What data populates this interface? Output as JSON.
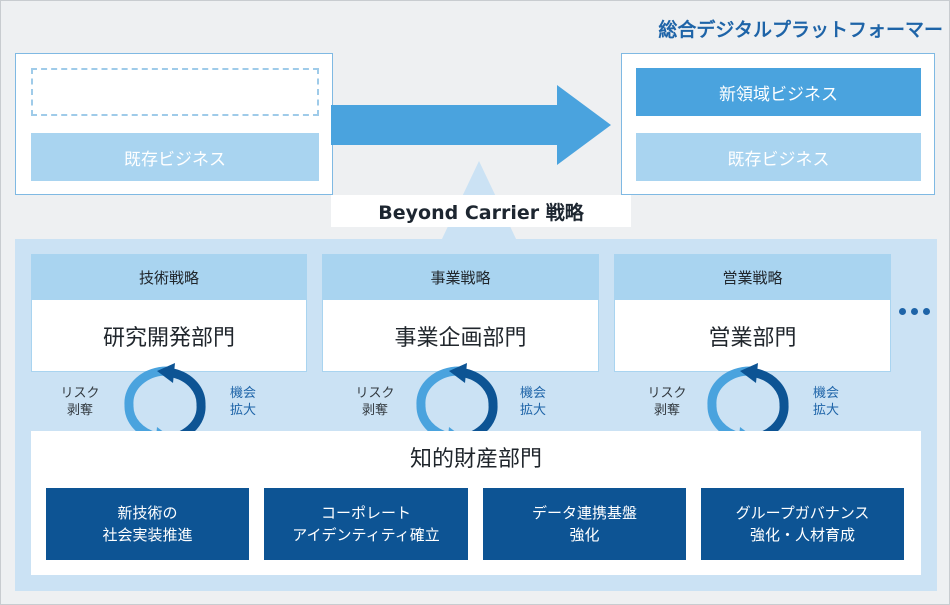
{
  "platform_title": "総合デジタルプラットフォーマー",
  "left_box": {
    "existing_label": "既存ビジネス"
  },
  "right_box": {
    "new_label": "新領域ビジネス",
    "existing_label": "既存ビジネス"
  },
  "strategy_title": "Beyond Carrier 戦略",
  "departments": [
    {
      "strategy": "技術戦略",
      "name": "研究開発部門",
      "risk": [
        "リスク",
        "剥奪"
      ],
      "opportunity": [
        "機会",
        "拡大"
      ]
    },
    {
      "strategy": "事業戦略",
      "name": "事業企画部門",
      "risk": [
        "リスク",
        "剥奪"
      ],
      "opportunity": [
        "機会",
        "拡大"
      ]
    },
    {
      "strategy": "営業戦略",
      "name": "営業部門",
      "risk": [
        "リスク",
        "剥奪"
      ],
      "opportunity": [
        "機会",
        "拡大"
      ]
    }
  ],
  "ip_department": "知的財産部門",
  "themes": [
    {
      "line1": "新技術の",
      "line2": "社会実装推進"
    },
    {
      "line1": "コーポレート",
      "line2": "アイデンティティ確立"
    },
    {
      "line1": "データ連携基盤",
      "line2": "強化"
    },
    {
      "line1": "グループガバナンス",
      "line2": "強化・人材育成"
    }
  ],
  "colors": {
    "dark_blue": "#0d5494",
    "mid_blue": "#4aa3de",
    "light_blue": "#a9d4f0",
    "panel_blue": "#cbe2f4",
    "title_blue": "#1e64a8"
  },
  "icons": [
    "arrow-right-icon",
    "triangle-up-icon",
    "cycle-arrows-icon",
    "ellipsis-icon"
  ]
}
